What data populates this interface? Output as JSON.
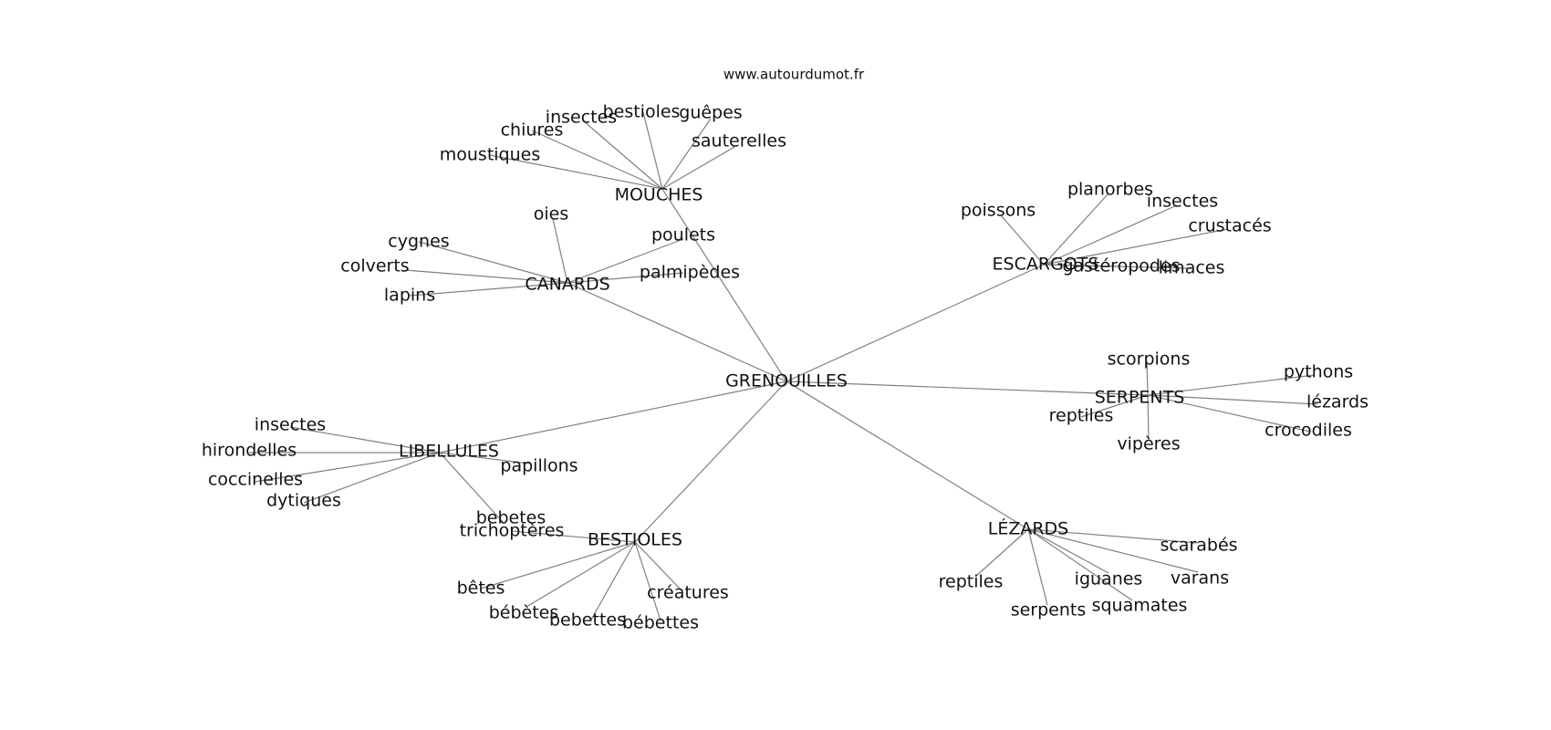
{
  "site_label": "www.autourdumot.fr",
  "center": "GRENOUILLES",
  "clusters": [
    {
      "label": "MOUCHES",
      "terms": [
        "moustiques",
        "chiures",
        "insectes",
        "bestioles",
        "guêpes",
        "sauterelles"
      ]
    },
    {
      "label": "CANARDS",
      "terms": [
        "oies",
        "cygnes",
        "colverts",
        "lapins",
        "poulets",
        "palmipèdes"
      ]
    },
    {
      "label": "ESCARGOTS",
      "terms": [
        "poissons",
        "planorbes",
        "insectes",
        "crustacés",
        "gastéropodes",
        "limaces"
      ]
    },
    {
      "label": "SERPENTS",
      "terms": [
        "scorpions",
        "pythons",
        "lézards",
        "crocodiles",
        "vipères",
        "reptiles"
      ]
    },
    {
      "label": "LIBELLULES",
      "terms": [
        "insectes",
        "hirondelles",
        "coccinelles",
        "dytiques",
        "papillons",
        "bebetes"
      ]
    },
    {
      "label": "BESTIOLES",
      "terms": [
        "trichoptères",
        "bêtes",
        "bébètes",
        "bebettes",
        "bébettes",
        "créatures"
      ]
    },
    {
      "label": "LÉZARDS",
      "terms": [
        "reptiles",
        "serpents",
        "iguanes",
        "squamates",
        "varans",
        "scarabés"
      ]
    }
  ]
}
